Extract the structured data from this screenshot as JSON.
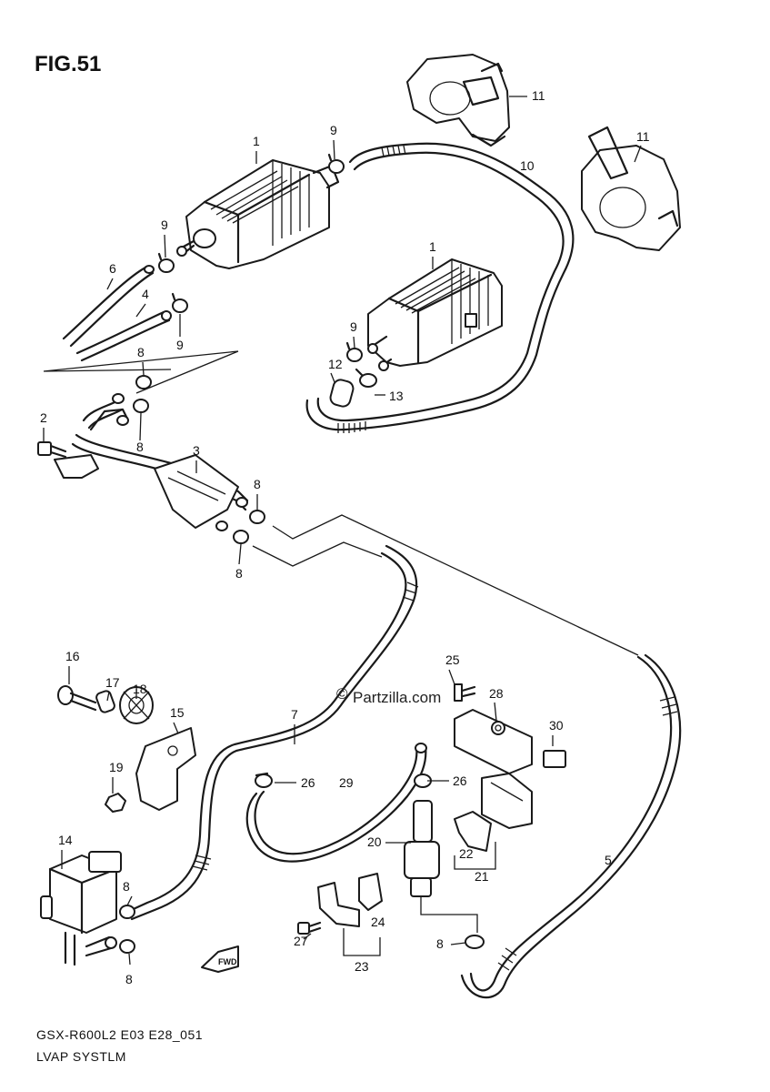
{
  "figure": {
    "title": "FIG.51",
    "model_code": "GSX-R600L2 E03 E28_051",
    "system_name": "LVAP SYSTLM",
    "watermark": "Partzilla.com",
    "watermark_symbol": "©",
    "direction_marker": "FWD"
  },
  "callouts": {
    "c1a": "1",
    "c1b": "1",
    "c2": "2",
    "c3": "3",
    "c4": "4",
    "c5": "5",
    "c6": "6",
    "c7": "7",
    "c8a": "8",
    "c8b": "8",
    "c8c": "8",
    "c8d": "8",
    "c8e": "8",
    "c8f": "8",
    "c8g": "8",
    "c8h": "8",
    "c9a": "9",
    "c9b": "9",
    "c9c": "9",
    "c9d": "9",
    "c10": "10",
    "c11a": "11",
    "c11b": "11",
    "c12": "12",
    "c13": "13",
    "c14": "14",
    "c15": "15",
    "c16": "16",
    "c17": "17",
    "c18": "18",
    "c19": "19",
    "c20": "20",
    "c21": "21",
    "c22": "22",
    "c23": "23",
    "c24": "24",
    "c25": "25",
    "c26a": "26",
    "c26b": "26",
    "c27": "27",
    "c28": "28",
    "c29": "29",
    "c30": "30"
  }
}
